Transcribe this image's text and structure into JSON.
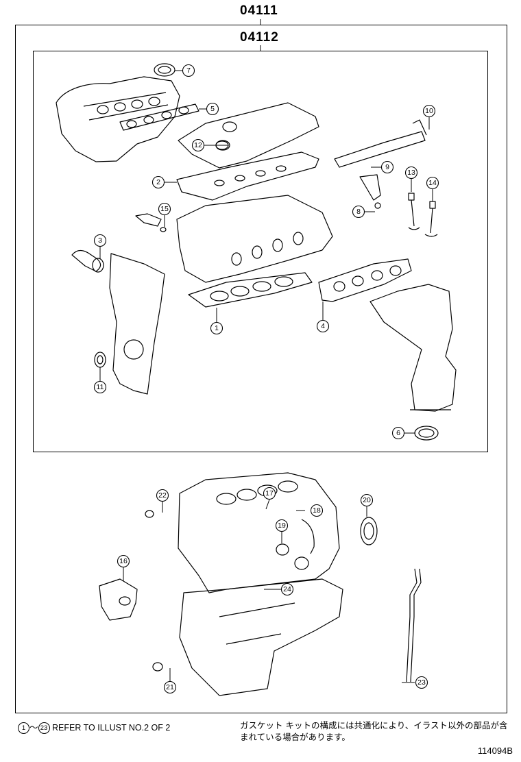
{
  "kits": {
    "outer_code": "04111",
    "inner_code": "04112"
  },
  "callouts": [
    "1",
    "2",
    "3",
    "4",
    "5",
    "6",
    "7",
    "8",
    "9",
    "10",
    "11",
    "12",
    "13",
    "14",
    "15",
    "16",
    "17",
    "18",
    "19",
    "20",
    "21",
    "22",
    "23",
    "24"
  ],
  "footer": {
    "range_from": "1",
    "range_sep": "～",
    "range_to": "23",
    "refer_text": "REFER TO ILLUST NO.2 OF 2",
    "japanese_note": "ガスケット キットの構成には共通化により、イラスト以外の部品が含まれている場合があります。",
    "illustration_code": "114094B"
  }
}
